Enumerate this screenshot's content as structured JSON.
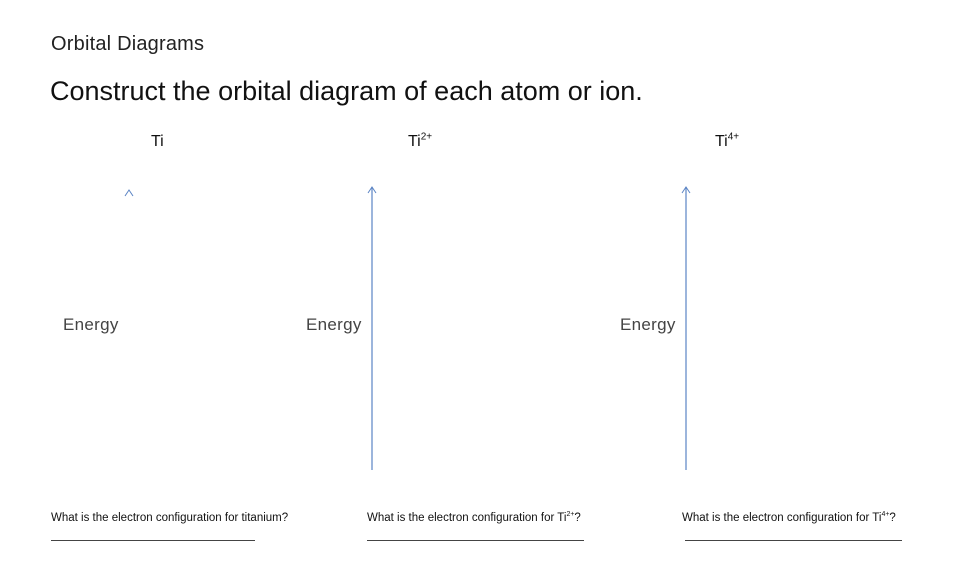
{
  "header": {
    "subtitle": "Orbital Diagrams",
    "title": "Construct the orbital diagram of each atom or ion."
  },
  "columns": [
    {
      "species_base": "Ti",
      "species_charge": "",
      "axis_label": "Energy",
      "question_prefix": "What is the electron configuration for titanium?",
      "question_charge": "",
      "question_suffix": ""
    },
    {
      "species_base": "Ti",
      "species_charge": "2+",
      "axis_label": "Energy",
      "question_prefix": "What is the electron configuration for Ti",
      "question_charge": "2+",
      "question_suffix": "?"
    },
    {
      "species_base": "Ti",
      "species_charge": "4+",
      "axis_label": "Energy",
      "question_prefix": "What is the electron configuration for Ti",
      "question_charge": "4+",
      "question_suffix": "?"
    }
  ],
  "colors": {
    "arrow": "#5b84c4",
    "text": "#111111"
  }
}
